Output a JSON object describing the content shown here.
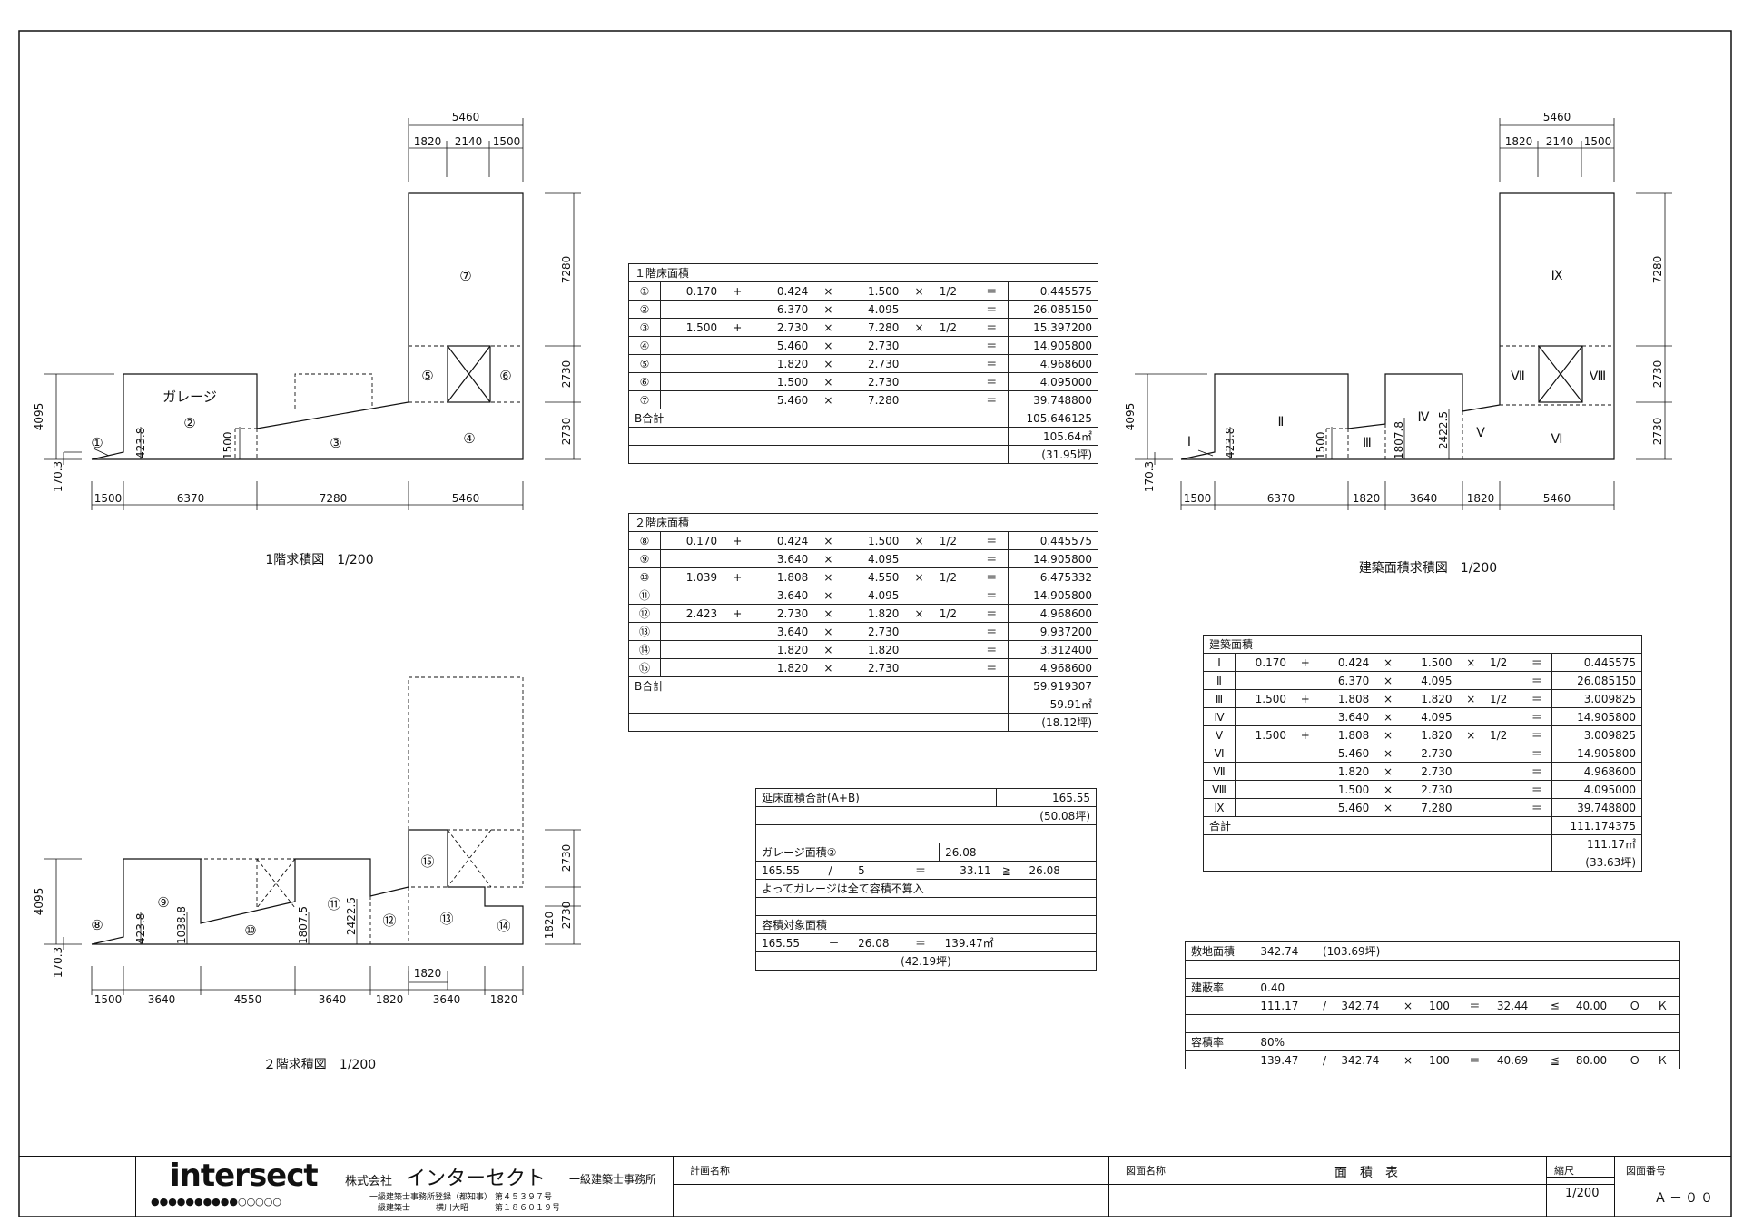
{
  "colors": {
    "line": "#111111",
    "paper": "#ffffff"
  },
  "drawings": {
    "f1": {
      "title": "1階求積図　1/200",
      "top_dims": {
        "total": "5460",
        "a": "1820",
        "b": "2140",
        "c": "1500"
      },
      "right_dims": [
        "7280",
        "2730",
        "2730"
      ],
      "left_dims": {
        "h": "4095",
        "small": "170.3"
      },
      "inner_dims": {
        "d1": "423.8",
        "d2": "1500"
      },
      "bottom_dims": [
        "1500",
        "6370",
        "7280",
        "5460"
      ],
      "labels": {
        "garage": "ガレージ",
        "n1": "①",
        "n2": "②",
        "n3": "③",
        "n4": "④",
        "n5": "⑤",
        "n6": "⑥",
        "n7": "⑦"
      }
    },
    "f2": {
      "title": "２階求積図　1/200",
      "right_dims": [
        "2730",
        "2730",
        "1820"
      ],
      "left_dims": {
        "h": "4095",
        "small": "170.3"
      },
      "inner_dims": {
        "d1": "423.8",
        "d2": "1038.8",
        "d3": "1807.5",
        "d4": "2422.5"
      },
      "mid_dim": "1820",
      "bottom_dims": [
        "1500",
        "3640",
        "4550",
        "3640",
        "1820",
        "3640",
        "1820"
      ],
      "labels": {
        "n8": "⑧",
        "n9": "⑨",
        "n10": "⑩",
        "n11": "⑪",
        "n12": "⑫",
        "n13": "⑬",
        "n14": "⑭",
        "n15": "⑮"
      }
    },
    "fb": {
      "title": "建築面積求積図　1/200",
      "top_dims": {
        "total": "5460",
        "a": "1820",
        "b": "2140",
        "c": "1500"
      },
      "right_dims": [
        "7280",
        "2730",
        "2730"
      ],
      "left_dims": {
        "h": "4095",
        "small": "170.3"
      },
      "inner_dims": {
        "d1": "423.8",
        "d2": "1500",
        "d3": "1807.8",
        "d4": "2422.5"
      },
      "bottom_dims": [
        "1500",
        "6370",
        "1820",
        "3640",
        "1820",
        "5460"
      ],
      "labels": {
        "r1": "Ⅰ",
        "r2": "Ⅱ",
        "r3": "Ⅲ",
        "r4": "Ⅳ",
        "r5": "Ⅴ",
        "r6": "Ⅵ",
        "r7": "Ⅶ",
        "r8": "Ⅷ",
        "r9": "Ⅸ"
      }
    }
  },
  "table1": {
    "title": "１階床面積",
    "rows": [
      [
        "①",
        "0.170",
        "+",
        "0.424",
        "×",
        "1.500",
        "×",
        "1/2",
        "＝",
        "0.445575"
      ],
      [
        "②",
        "",
        "",
        "6.370",
        "×",
        "4.095",
        "",
        "",
        "＝",
        "26.085150"
      ],
      [
        "③",
        "1.500",
        "+",
        "2.730",
        "×",
        "7.280",
        "×",
        "1/2",
        "＝",
        "15.397200"
      ],
      [
        "④",
        "",
        "",
        "5.460",
        "×",
        "2.730",
        "",
        "",
        "＝",
        "14.905800"
      ],
      [
        "⑤",
        "",
        "",
        "1.820",
        "×",
        "2.730",
        "",
        "",
        "＝",
        "4.968600"
      ],
      [
        "⑥",
        "",
        "",
        "1.500",
        "×",
        "2.730",
        "",
        "",
        "＝",
        "4.095000"
      ],
      [
        "⑦",
        "",
        "",
        "5.460",
        "×",
        "7.280",
        "",
        "",
        "＝",
        "39.748800"
      ]
    ],
    "total_label": "B合計",
    "total": "105.646125",
    "rounded": "105.64㎡",
    "tsubo": "(31.95坪)"
  },
  "table2": {
    "title": "２階床面積",
    "rows": [
      [
        "⑧",
        "0.170",
        "+",
        "0.424",
        "×",
        "1.500",
        "×",
        "1/2",
        "＝",
        "0.445575"
      ],
      [
        "⑨",
        "",
        "",
        "3.640",
        "×",
        "4.095",
        "",
        "",
        "＝",
        "14.905800"
      ],
      [
        "⑩",
        "1.039",
        "+",
        "1.808",
        "×",
        "4.550",
        "×",
        "1/2",
        "＝",
        "6.475332"
      ],
      [
        "⑪",
        "",
        "",
        "3.640",
        "×",
        "4.095",
        "",
        "",
        "＝",
        "14.905800"
      ],
      [
        "⑫",
        "2.423",
        "+",
        "2.730",
        "×",
        "1.820",
        "×",
        "1/2",
        "＝",
        "4.968600"
      ],
      [
        "⑬",
        "",
        "",
        "3.640",
        "×",
        "2.730",
        "",
        "",
        "＝",
        "9.937200"
      ],
      [
        "⑭",
        "",
        "",
        "1.820",
        "×",
        "1.820",
        "",
        "",
        "＝",
        "3.312400"
      ],
      [
        "⑮",
        "",
        "",
        "1.820",
        "×",
        "2.730",
        "",
        "",
        "＝",
        "4.968600"
      ]
    ],
    "total_label": "B合計",
    "total": "59.919307",
    "rounded": "59.91㎡",
    "tsubo": "(18.12坪)"
  },
  "table3": {
    "row1_label": "延床面積合計(A+B)",
    "row1_value": "165.55",
    "row2_value": "(50.08坪)",
    "garage_label": "ガレージ面積②",
    "garage_value": "26.08",
    "calc": [
      "165.55",
      "/",
      "5",
      "＝",
      "33.11",
      "≧",
      "26.08"
    ],
    "note": "よってガレージは全て容積不算入",
    "target_label": "容積対象面積",
    "target_calc": [
      "165.55",
      "－",
      "26.08",
      "＝",
      "139.47㎡"
    ],
    "target_tsubo": "(42.19坪)"
  },
  "table4": {
    "title": "建築面積",
    "rows": [
      [
        "Ⅰ",
        "0.170",
        "+",
        "0.424",
        "×",
        "1.500",
        "×",
        "1/2",
        "＝",
        "0.445575"
      ],
      [
        "Ⅱ",
        "",
        "",
        "6.370",
        "×",
        "4.095",
        "",
        "",
        "＝",
        "26.085150"
      ],
      [
        "Ⅲ",
        "1.500",
        "+",
        "1.808",
        "×",
        "1.820",
        "×",
        "1/2",
        "＝",
        "3.009825"
      ],
      [
        "Ⅳ",
        "",
        "",
        "3.640",
        "×",
        "4.095",
        "",
        "",
        "＝",
        "14.905800"
      ],
      [
        "Ⅴ",
        "1.500",
        "+",
        "1.808",
        "×",
        "1.820",
        "×",
        "1/2",
        "＝",
        "3.009825"
      ],
      [
        "Ⅵ",
        "",
        "",
        "5.460",
        "×",
        "2.730",
        "",
        "",
        "＝",
        "14.905800"
      ],
      [
        "Ⅶ",
        "",
        "",
        "1.820",
        "×",
        "2.730",
        "",
        "",
        "＝",
        "4.968600"
      ],
      [
        "Ⅷ",
        "",
        "",
        "1.500",
        "×",
        "2.730",
        "",
        "",
        "＝",
        "4.095000"
      ],
      [
        "Ⅸ",
        "",
        "",
        "5.460",
        "×",
        "7.280",
        "",
        "",
        "＝",
        "39.748800"
      ]
    ],
    "total_label": "合計",
    "total": "111.174375",
    "rounded": "111.17㎡",
    "tsubo": "(33.63坪)"
  },
  "table5": {
    "site_label": "敷地面積",
    "site_value": "342.74",
    "site_tsubo": "(103.69坪)",
    "bcr_label": "建蔽率",
    "bcr_value": "0.40",
    "bcr_calc": [
      "111.17",
      "/",
      "342.74",
      "×",
      "100",
      "＝",
      "32.44",
      "≦",
      "40.00",
      "Ｏ",
      "Ｋ"
    ],
    "far_label": "容積率",
    "far_value": "80%",
    "far_calc": [
      "139.47",
      "/",
      "342.74",
      "×",
      "100",
      "＝",
      "40.69",
      "≦",
      "80.00",
      "Ｏ",
      "Ｋ"
    ]
  },
  "titleblock": {
    "logo": "intersect",
    "company_prefix": "株式会社",
    "company_name": "インターセクト",
    "company_suffix": "一級建築士事務所",
    "reg1_label": "一級建築士事務所登録（都知事）",
    "reg1_no": "第４５３９７号",
    "reg2_label": "一級建築士",
    "reg2_name": "横川大昭",
    "reg2_no": "第１８６０１９号",
    "project_label": "計画名称",
    "drawing_label": "図面名称",
    "drawing_name": "面　積　表",
    "scale_label": "縮尺",
    "scale_value": "1/200",
    "number_label": "図面番号",
    "number_value": "Ａ－００"
  }
}
